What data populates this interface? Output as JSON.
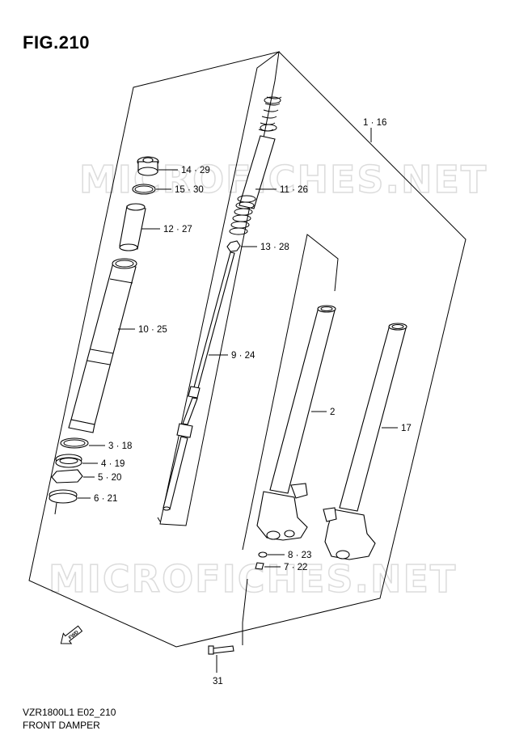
{
  "figure": {
    "title": "FIG.210",
    "model_code": "VZR1800L1 E02_210",
    "caption": "FRONT DAMPER"
  },
  "watermark": {
    "text": "MICROFICHES.NET"
  },
  "direction_marker": {
    "text": "FWD"
  },
  "callouts": {
    "assembly": "1 · 16",
    "cap_bolt": "14 · 29",
    "o_ring": "15 · 30",
    "spacer": "12 · 27",
    "spring": "11 · 26",
    "nut": "13 · 28",
    "inner_tube": "10 · 25",
    "damper_rod": "9 · 24",
    "bushing": "3 · 18",
    "seal_washer": "4 · 19",
    "oil_seal": "5 · 20",
    "stopper_ring": "6 · 21",
    "outer_tube_right": "2",
    "outer_tube_left": "17",
    "gasket": "8 · 23",
    "bolt": "7 · 22",
    "axle_bolt": "31"
  },
  "colors": {
    "ink": "#000000",
    "watermark": "#dcdcdc",
    "background": "#ffffff"
  }
}
